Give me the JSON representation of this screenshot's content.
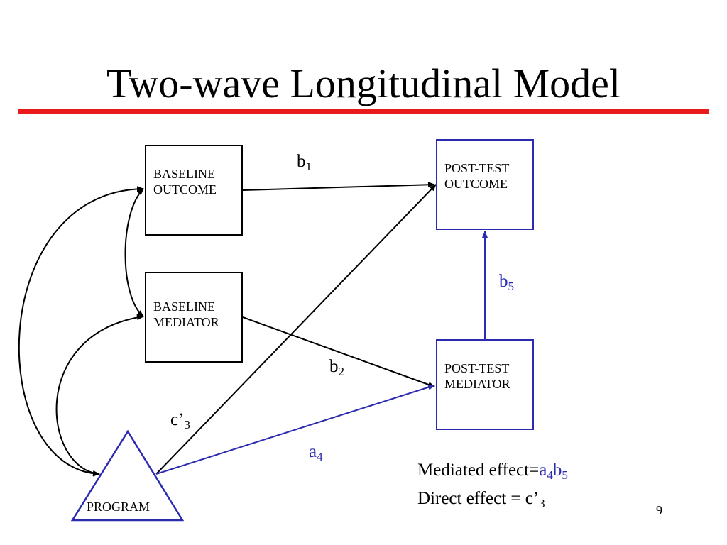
{
  "slide": {
    "title": "Two-wave Longitudinal Model",
    "page_number": "9"
  },
  "colors": {
    "title_rule": "#e81a1a",
    "blue_path": "#2b2bb0",
    "black_path": "#000000"
  },
  "nodes": {
    "baseline_outcome": {
      "line1": "BASELINE",
      "line2": "OUTCOME"
    },
    "baseline_mediator": {
      "line1": "BASELINE",
      "line2": "MEDIATOR"
    },
    "post_test_outcome": {
      "line1": "POST-TEST",
      "line2": "OUTCOME"
    },
    "post_test_mediator": {
      "line1": "POST-TEST",
      "line2": "MEDIATOR"
    },
    "program": {
      "label": "PROGRAM"
    }
  },
  "paths": {
    "b1": {
      "base": "b",
      "sub": "1"
    },
    "b2": {
      "base": "b",
      "sub": "2"
    },
    "b5": {
      "base": "b",
      "sub": "5"
    },
    "a4": {
      "base": "a",
      "sub": "4"
    },
    "c3": {
      "base": "c’",
      "sub": "3"
    }
  },
  "notes": {
    "mediated_prefix": "Mediated effect=",
    "mediated_a": "a",
    "mediated_a_sub": "4",
    "mediated_b": "b",
    "mediated_b_sub": "5",
    "direct_prefix": "Direct effect = c’",
    "direct_sub": "3"
  }
}
